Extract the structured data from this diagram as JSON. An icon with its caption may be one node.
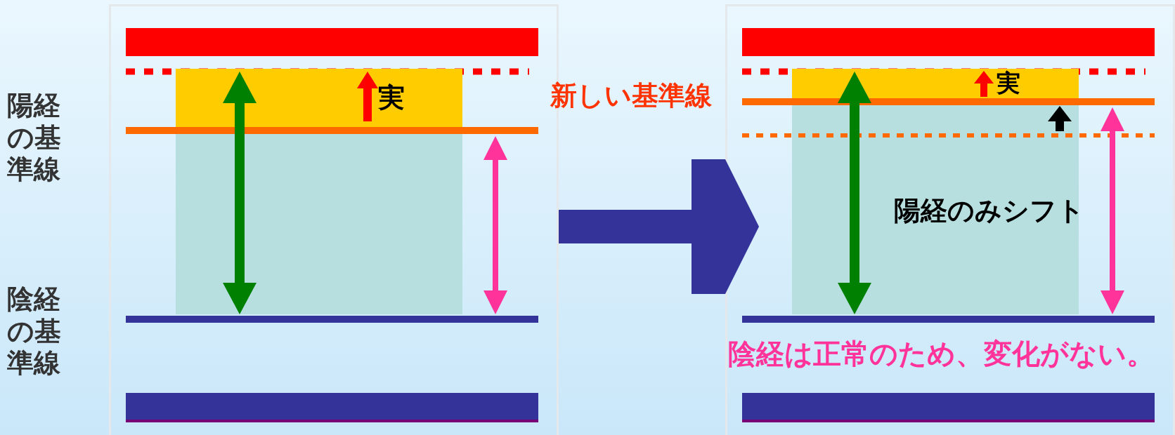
{
  "diagram": {
    "nodes": [
      {
        "text": [],
        "shape": "box"
      },
      {
        "text": [],
        "shape": "box"
      }
    ],
    "edges": [
      {
        "from": 0,
        "to": 1,
        "arrow": "to"
      }
    ],
    "labels": [
      "陽経の基準線",
      "実",
      "新しい基準線",
      "実",
      "陽経のみシフト",
      "陰経の基準線",
      "陰経は正常のため、変化がない。"
    ]
  }
}
